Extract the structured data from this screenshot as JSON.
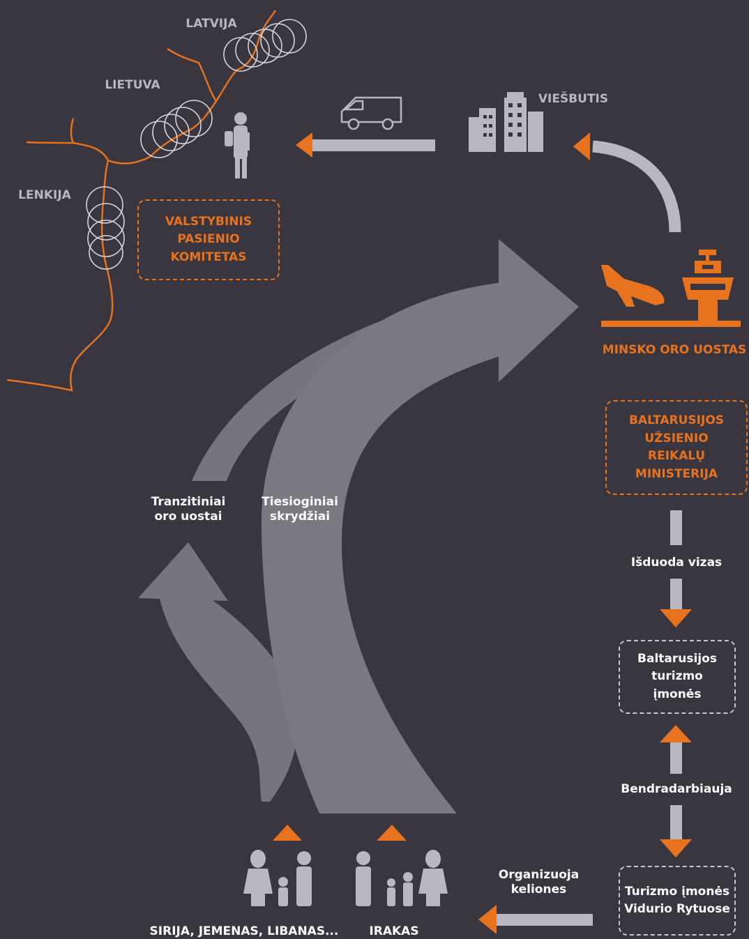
{
  "countries": {
    "latvia": "LATVIJA",
    "lithuania": "LIETUVA",
    "poland": "LENKIJA"
  },
  "hotel_label": "VIEŠBUTIS",
  "border_committee": "VALSTYBINIS PASIENIO KOMITETAS",
  "airport_label": "MINSKO ORO UOSTAS",
  "ministry": "BALTARUSIJOS UŽSIENIO REIKALŲ MINISTERIJA",
  "issues_visas": "Išduoda vizas",
  "belarus_tourism": "Baltarusijos turizmo įmonės",
  "cooperates": "Bendradarbiauja",
  "me_tourism": "Turizmo įmonės Vidurio Rytuose",
  "organizes_trips": "Organizuoja keliones",
  "transit_airports": "Tranzitiniai oro uostai",
  "direct_flights": "Tiesioginiai skrydžiai",
  "origin_left": "SIRIJA, JEMENAS, LIBANAS...",
  "origin_right": "IRAKAS",
  "colors": {
    "background": "#3a3640",
    "accent": "#e8731e",
    "arrow_gray": "#76747c",
    "light_gray": "#bab7c0"
  }
}
